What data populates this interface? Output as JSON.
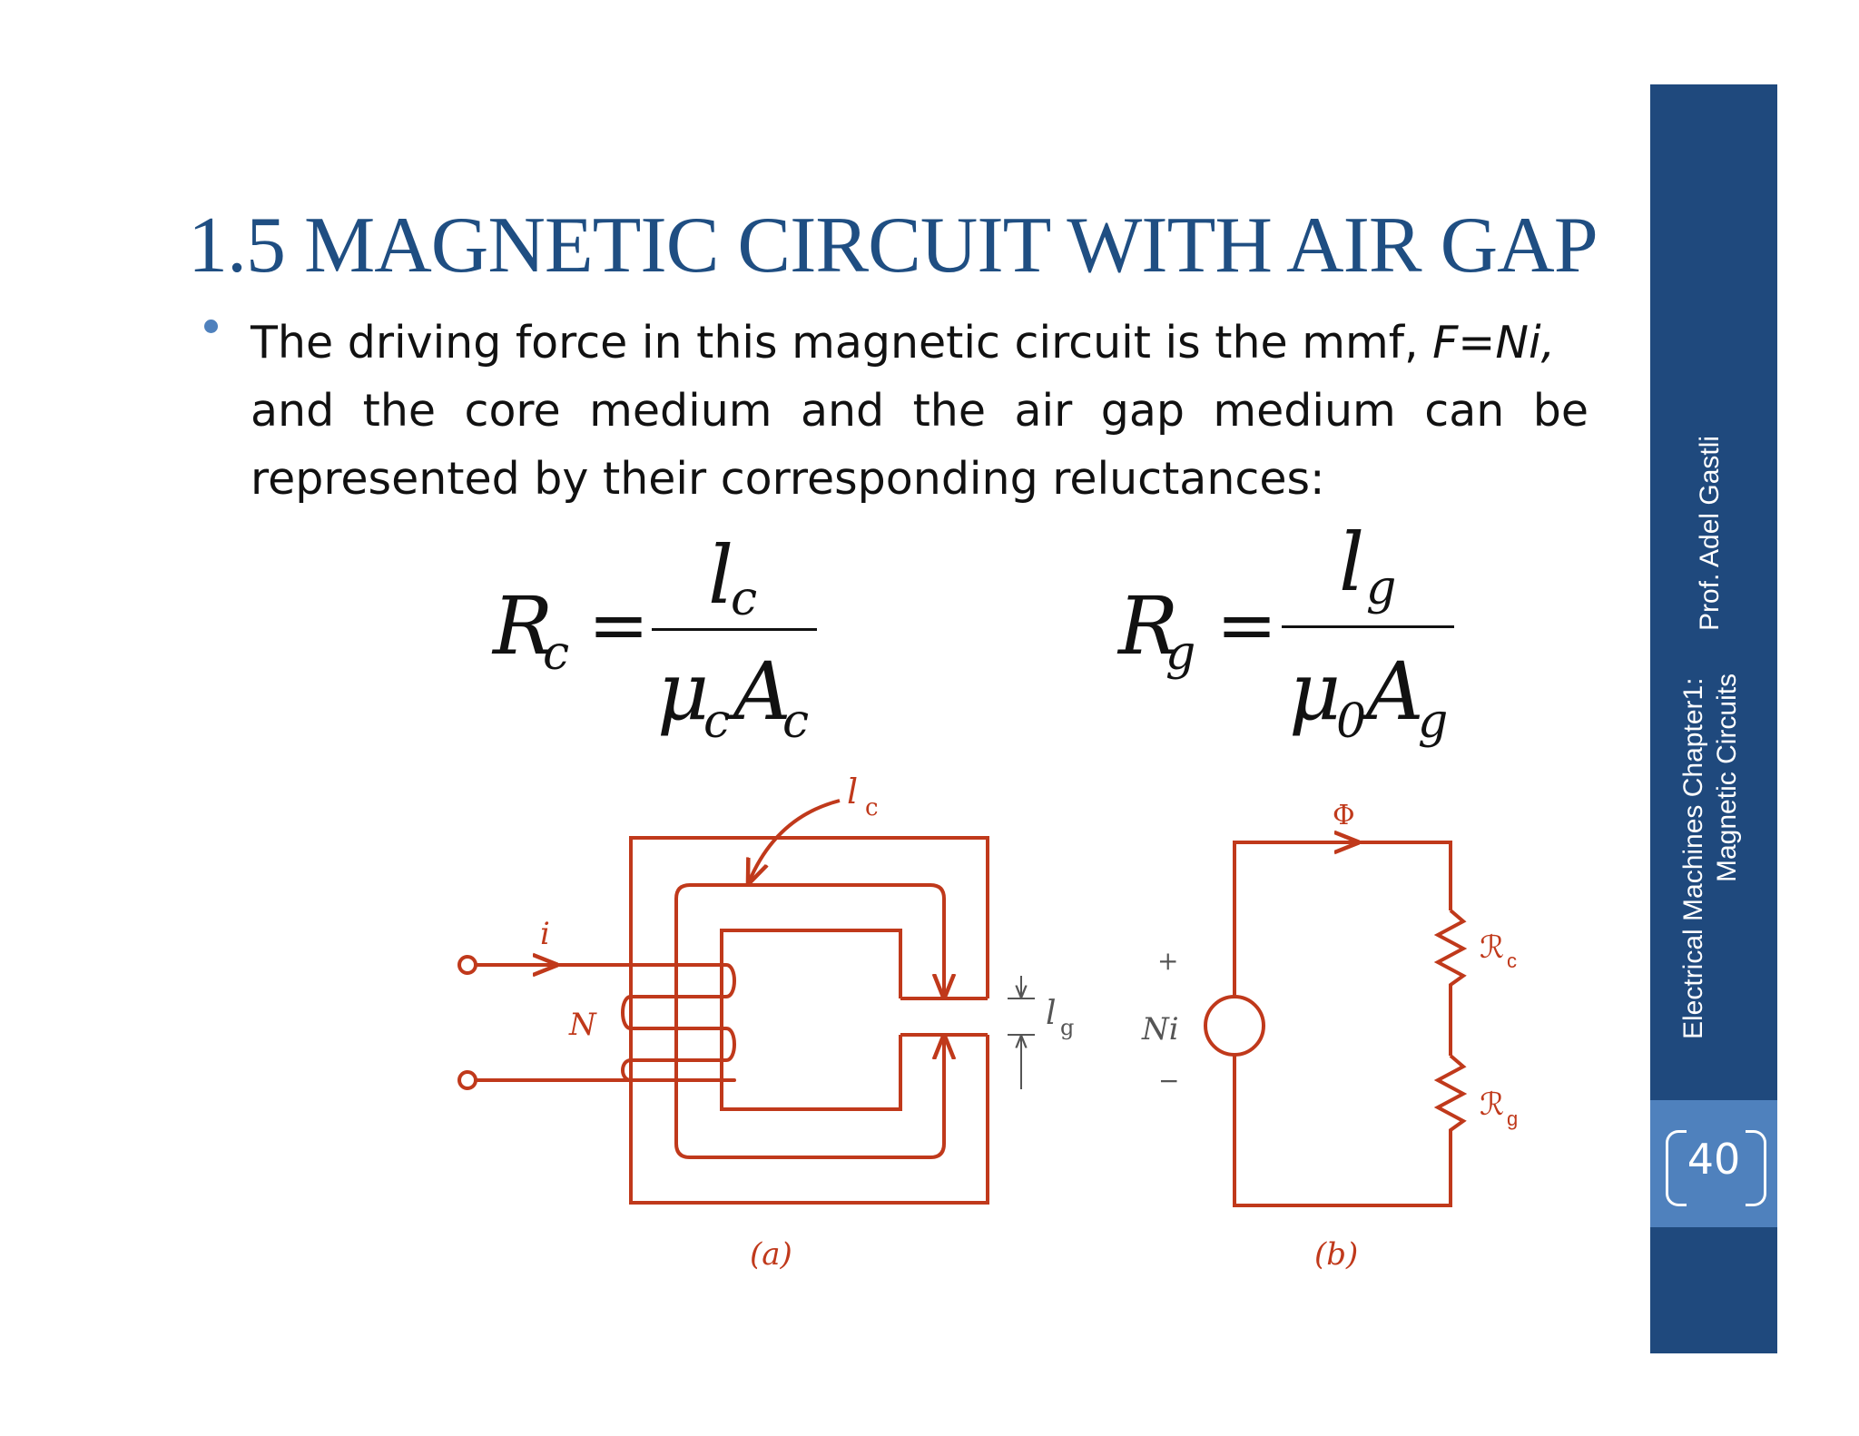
{
  "slide": {
    "title": "1.5 MAGNETIC CIRCUIT WITH AIR GAP",
    "bullet": {
      "line1_text": "The driving force in this magnetic circuit is the mmf,",
      "line1_italic": "F=Ni",
      "line1_end": ",",
      "line2_words": [
        "and",
        "the",
        "core",
        "medium",
        "and",
        "the",
        "air",
        "gap",
        "medium",
        "can",
        "be"
      ],
      "line3": "represented by their corresponding reluctances:"
    }
  },
  "formulas": {
    "core": {
      "lhs": "R",
      "lhs_sub": "c",
      "eq": "=",
      "num": "l",
      "num_sub": "c",
      "den_mu": "μ",
      "den_mu_sub": "c",
      "den_a": "A",
      "den_a_sub": "c"
    },
    "gap": {
      "lhs": "R",
      "lhs_sub": "g",
      "eq": "=",
      "num": "l",
      "num_sub": "g",
      "den_mu": "μ",
      "den_mu_sub": "0",
      "den_a": "A",
      "den_a_sub": "g"
    }
  },
  "diagram_a": {
    "label_ic": "l",
    "label_ic_sub": "c",
    "label_i": "i",
    "label_n": "N",
    "label_lg": "l",
    "label_lg_sub": "g",
    "caption": "(a)"
  },
  "diagram_b": {
    "label_phi": "Φ",
    "label_plus": "+",
    "label_minus": "−",
    "label_ni": "Ni",
    "label_rc": "ℛ",
    "label_rc_sub": "c",
    "label_rg": "ℛ",
    "label_rg_sub": "g",
    "caption": "(b)"
  },
  "sidebar": {
    "line_author": "Prof. Adel Gastli",
    "line_course1": "Electrical Machines Chapter1:",
    "line_course2": "Magnetic Circuits",
    "page_number": "40"
  },
  "colors": {
    "title": "#1f4e82",
    "bullet_dot": "#4f81bd",
    "sidebar": "#1f497d",
    "sidebar_num": "#4f81bd",
    "diagram": "#c0391b"
  }
}
